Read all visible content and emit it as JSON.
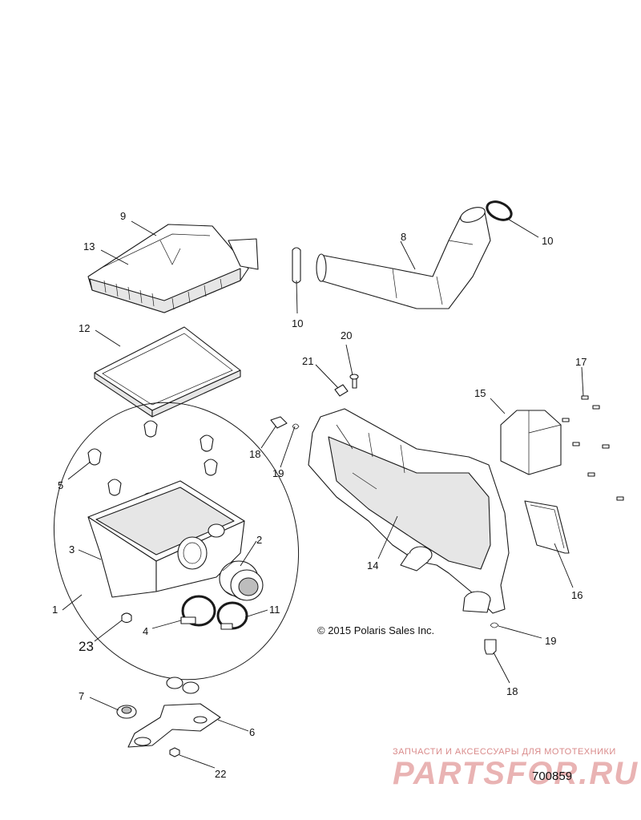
{
  "callouts": {
    "c1": "1",
    "c2": "2",
    "c3": "3",
    "c4": "4",
    "c5": "5",
    "c6": "6",
    "c7": "7",
    "c8": "8",
    "c9": "9",
    "c10a": "10",
    "c10b": "10",
    "c11": "11",
    "c12": "12",
    "c13": "13",
    "c14": "14",
    "c15": "15",
    "c16": "16",
    "c17": "17",
    "c18a": "18",
    "c18b": "18",
    "c19a": "19",
    "c19b": "19",
    "c20": "20",
    "c21": "21",
    "c22": "22",
    "c23": "23"
  },
  "copyright": "© 2015 Polaris Sales Inc.",
  "document_number": "700859",
  "watermark": {
    "tagline": "ЗАПЧАСТИ И АКСЕССУАРЫ ДЛЯ МОТОТЕХНИКИ",
    "brand": "PARTSFOR.RU",
    "color": "#e9b3b3"
  }
}
